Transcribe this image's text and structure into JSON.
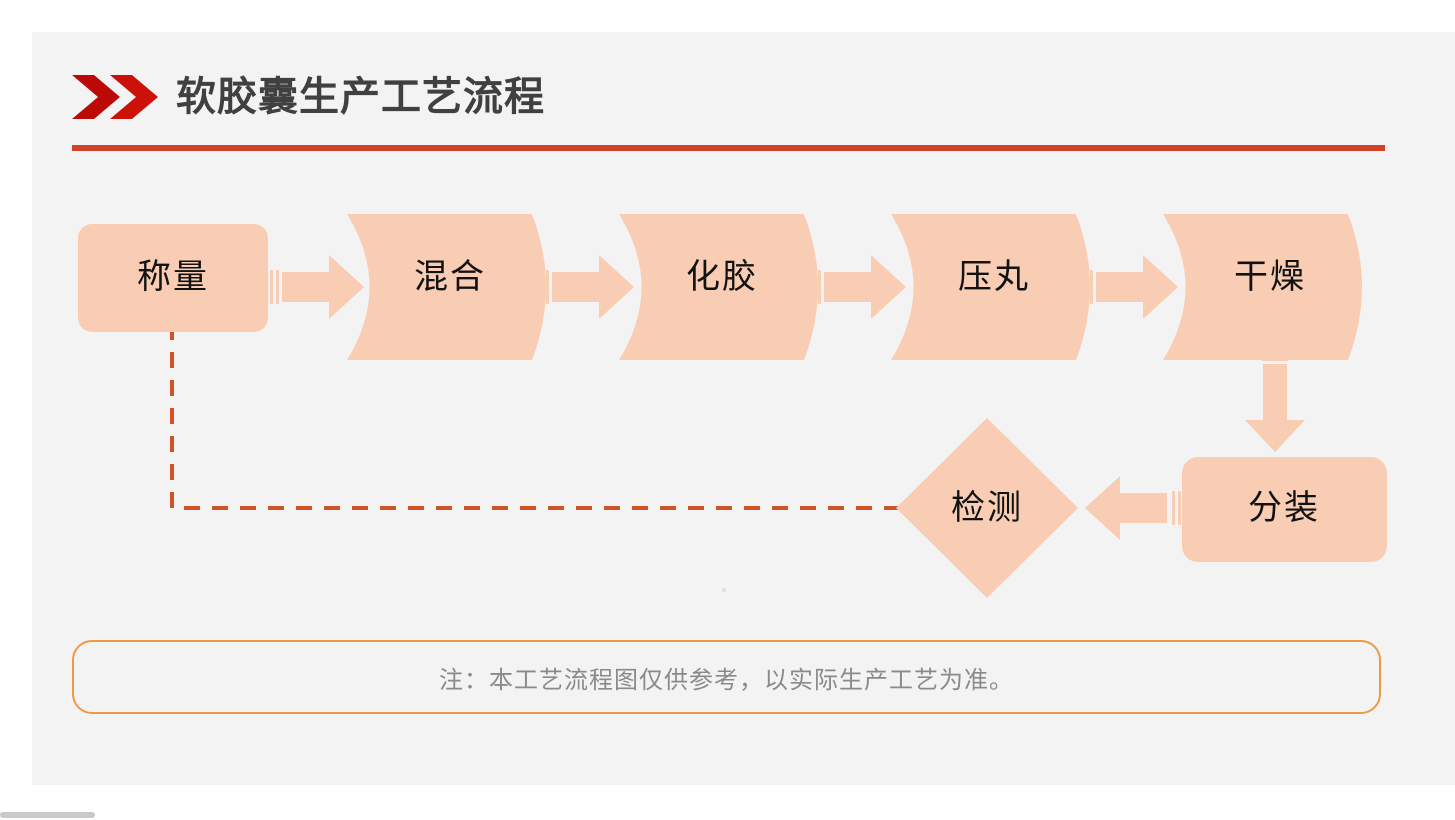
{
  "page": {
    "background": "#ffffff",
    "panel_background": "#f3f3f3"
  },
  "header": {
    "title": "软胶囊生产工艺流程",
    "title_color": "#404040",
    "accent_color": "#d14228",
    "chevron_colors": [
      "#bb0a06",
      "#cc1109"
    ]
  },
  "palette": {
    "shape_fill": "#f8cdb3",
    "arrow_fill": "#f8cdb3",
    "dashed_line": "#d1532a",
    "note_border": "#eb9b42",
    "note_text": "#8a8a8a",
    "node_text": "#121212"
  },
  "chart_data": {
    "type": "diagram",
    "title": "软胶囊生产工艺流程",
    "nodes": [
      {
        "id": "n1",
        "label": "称量",
        "shape": "rounded-rect",
        "row": 1,
        "order": 1
      },
      {
        "id": "n2",
        "label": "混合",
        "shape": "flow-delay",
        "row": 1,
        "order": 2
      },
      {
        "id": "n3",
        "label": "化胶",
        "shape": "flow-delay",
        "row": 1,
        "order": 3
      },
      {
        "id": "n4",
        "label": "压丸",
        "shape": "flow-delay",
        "row": 1,
        "order": 4
      },
      {
        "id": "n5",
        "label": "干燥",
        "shape": "flow-delay",
        "row": 1,
        "order": 5
      },
      {
        "id": "n6",
        "label": "分装",
        "shape": "rounded-rect",
        "row": 2,
        "order": 1
      },
      {
        "id": "n7",
        "label": "检测",
        "shape": "diamond",
        "row": 2,
        "order": 2
      }
    ],
    "edges": [
      {
        "from": "n1",
        "to": "n2",
        "style": "striped-arrow",
        "direction": "right"
      },
      {
        "from": "n2",
        "to": "n3",
        "style": "striped-arrow",
        "direction": "right"
      },
      {
        "from": "n3",
        "to": "n4",
        "style": "striped-arrow",
        "direction": "right"
      },
      {
        "from": "n4",
        "to": "n5",
        "style": "striped-arrow",
        "direction": "right"
      },
      {
        "from": "n5",
        "to": "n6",
        "style": "striped-arrow",
        "direction": "down"
      },
      {
        "from": "n6",
        "to": "n7",
        "style": "striped-arrow",
        "direction": "left"
      },
      {
        "from": "n7",
        "to": "n1",
        "style": "dashed-feedback",
        "direction": "left-up"
      }
    ]
  },
  "nodes": {
    "weighing": "称量",
    "mixing": "混合",
    "gelatin": "化胶",
    "pressing": "压丸",
    "drying": "干燥",
    "packaging": "分装",
    "inspection": "检测"
  },
  "note": {
    "text": "注：本工艺流程图仅供参考，以实际生产工艺为准。"
  }
}
